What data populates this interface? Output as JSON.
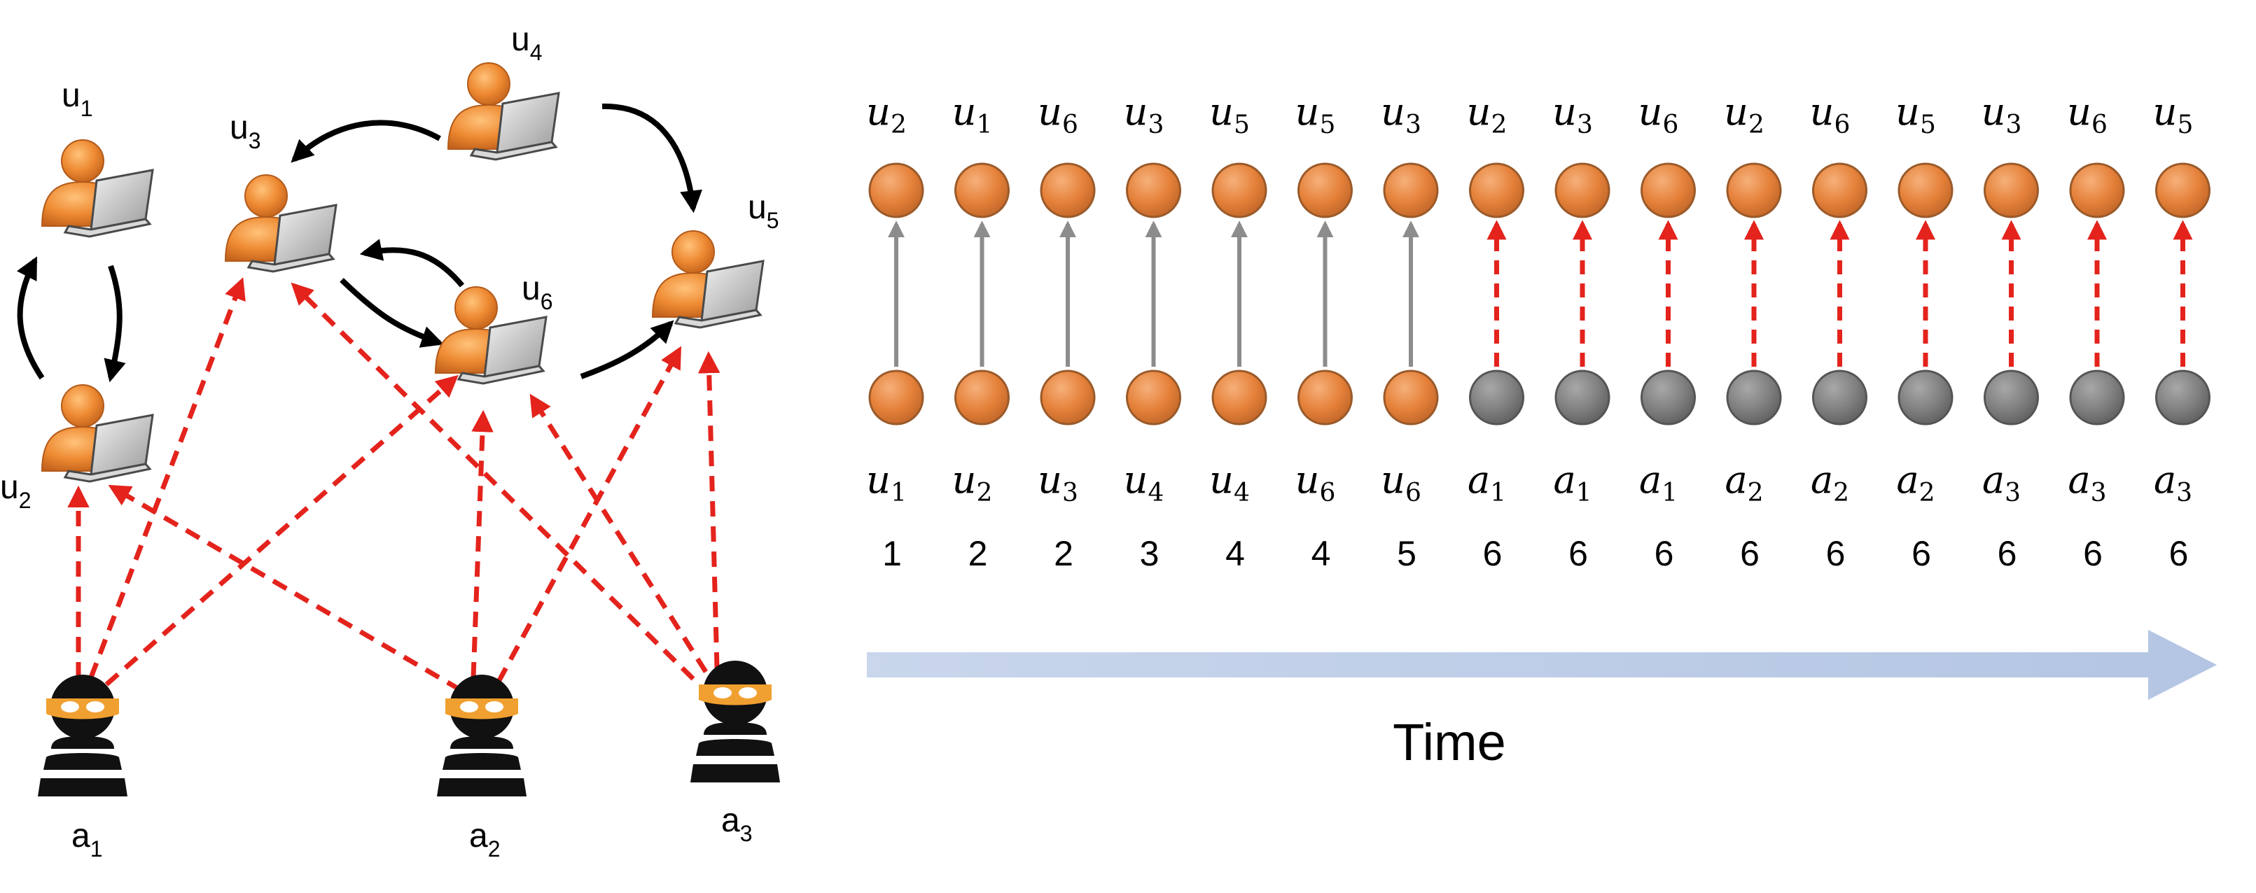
{
  "network": {
    "users": [
      {
        "id": "u1",
        "base": "u",
        "sub": "1"
      },
      {
        "id": "u2",
        "base": "u",
        "sub": "2"
      },
      {
        "id": "u3",
        "base": "u",
        "sub": "3"
      },
      {
        "id": "u4",
        "base": "u",
        "sub": "4"
      },
      {
        "id": "u5",
        "base": "u",
        "sub": "5"
      },
      {
        "id": "u6",
        "base": "u",
        "sub": "6"
      }
    ],
    "attackers": [
      {
        "id": "a1",
        "base": "a",
        "sub": "1"
      },
      {
        "id": "a2",
        "base": "a",
        "sub": "2"
      },
      {
        "id": "a3",
        "base": "a",
        "sub": "3"
      }
    ],
    "normal_edges": [
      {
        "from": "u1",
        "to": "u2"
      },
      {
        "from": "u2",
        "to": "u1"
      },
      {
        "from": "u4",
        "to": "u3"
      },
      {
        "from": "u4",
        "to": "u5"
      },
      {
        "from": "u3",
        "to": "u6"
      },
      {
        "from": "u6",
        "to": "u3"
      },
      {
        "from": "u6",
        "to": "u5"
      }
    ],
    "attack_edges": [
      {
        "from": "a1",
        "to": "u2"
      },
      {
        "from": "a1",
        "to": "u3"
      },
      {
        "from": "a1",
        "to": "u6"
      },
      {
        "from": "a2",
        "to": "u2"
      },
      {
        "from": "a2",
        "to": "u6"
      },
      {
        "from": "a2",
        "to": "u5"
      },
      {
        "from": "a3",
        "to": "u3"
      },
      {
        "from": "a3",
        "to": "u6"
      },
      {
        "from": "a3",
        "to": "u5"
      }
    ]
  },
  "timeline": {
    "events": [
      {
        "target": {
          "base": "u",
          "sub": "2"
        },
        "source": {
          "base": "u",
          "sub": "1"
        },
        "time": "1",
        "kind": "normal"
      },
      {
        "target": {
          "base": "u",
          "sub": "1"
        },
        "source": {
          "base": "u",
          "sub": "2"
        },
        "time": "2",
        "kind": "normal"
      },
      {
        "target": {
          "base": "u",
          "sub": "6"
        },
        "source": {
          "base": "u",
          "sub": "3"
        },
        "time": "2",
        "kind": "normal"
      },
      {
        "target": {
          "base": "u",
          "sub": "3"
        },
        "source": {
          "base": "u",
          "sub": "4"
        },
        "time": "3",
        "kind": "normal"
      },
      {
        "target": {
          "base": "u",
          "sub": "5"
        },
        "source": {
          "base": "u",
          "sub": "4"
        },
        "time": "4",
        "kind": "normal"
      },
      {
        "target": {
          "base": "u",
          "sub": "5"
        },
        "source": {
          "base": "u",
          "sub": "6"
        },
        "time": "4",
        "kind": "normal"
      },
      {
        "target": {
          "base": "u",
          "sub": "3"
        },
        "source": {
          "base": "u",
          "sub": "6"
        },
        "time": "5",
        "kind": "normal"
      },
      {
        "target": {
          "base": "u",
          "sub": "2"
        },
        "source": {
          "base": "a",
          "sub": "1"
        },
        "time": "6",
        "kind": "attack"
      },
      {
        "target": {
          "base": "u",
          "sub": "3"
        },
        "source": {
          "base": "a",
          "sub": "1"
        },
        "time": "6",
        "kind": "attack"
      },
      {
        "target": {
          "base": "u",
          "sub": "6"
        },
        "source": {
          "base": "a",
          "sub": "1"
        },
        "time": "6",
        "kind": "attack"
      },
      {
        "target": {
          "base": "u",
          "sub": "2"
        },
        "source": {
          "base": "a",
          "sub": "2"
        },
        "time": "6",
        "kind": "attack"
      },
      {
        "target": {
          "base": "u",
          "sub": "6"
        },
        "source": {
          "base": "a",
          "sub": "2"
        },
        "time": "6",
        "kind": "attack"
      },
      {
        "target": {
          "base": "u",
          "sub": "5"
        },
        "source": {
          "base": "a",
          "sub": "2"
        },
        "time": "6",
        "kind": "attack"
      },
      {
        "target": {
          "base": "u",
          "sub": "3"
        },
        "source": {
          "base": "a",
          "sub": "3"
        },
        "time": "6",
        "kind": "attack"
      },
      {
        "target": {
          "base": "u",
          "sub": "6"
        },
        "source": {
          "base": "a",
          "sub": "3"
        },
        "time": "6",
        "kind": "attack"
      },
      {
        "target": {
          "base": "u",
          "sub": "5"
        },
        "source": {
          "base": "a",
          "sub": "3"
        },
        "time": "6",
        "kind": "attack"
      }
    ],
    "axis_label": "Time"
  },
  "colors": {
    "user_node": "#e98b3a",
    "user_node_stroke": "#9a5a2a",
    "attacker_node": "#7f7f7f",
    "attacker_node_stroke": "#555555",
    "normal_edge": "#8c8c8c",
    "attack_edge": "#e3231c",
    "network_edge": "#000000",
    "time_arrow": "#c0cfe6"
  },
  "icons": {
    "user": "user-with-laptop-icon",
    "attacker": "masked-attacker-icon"
  }
}
